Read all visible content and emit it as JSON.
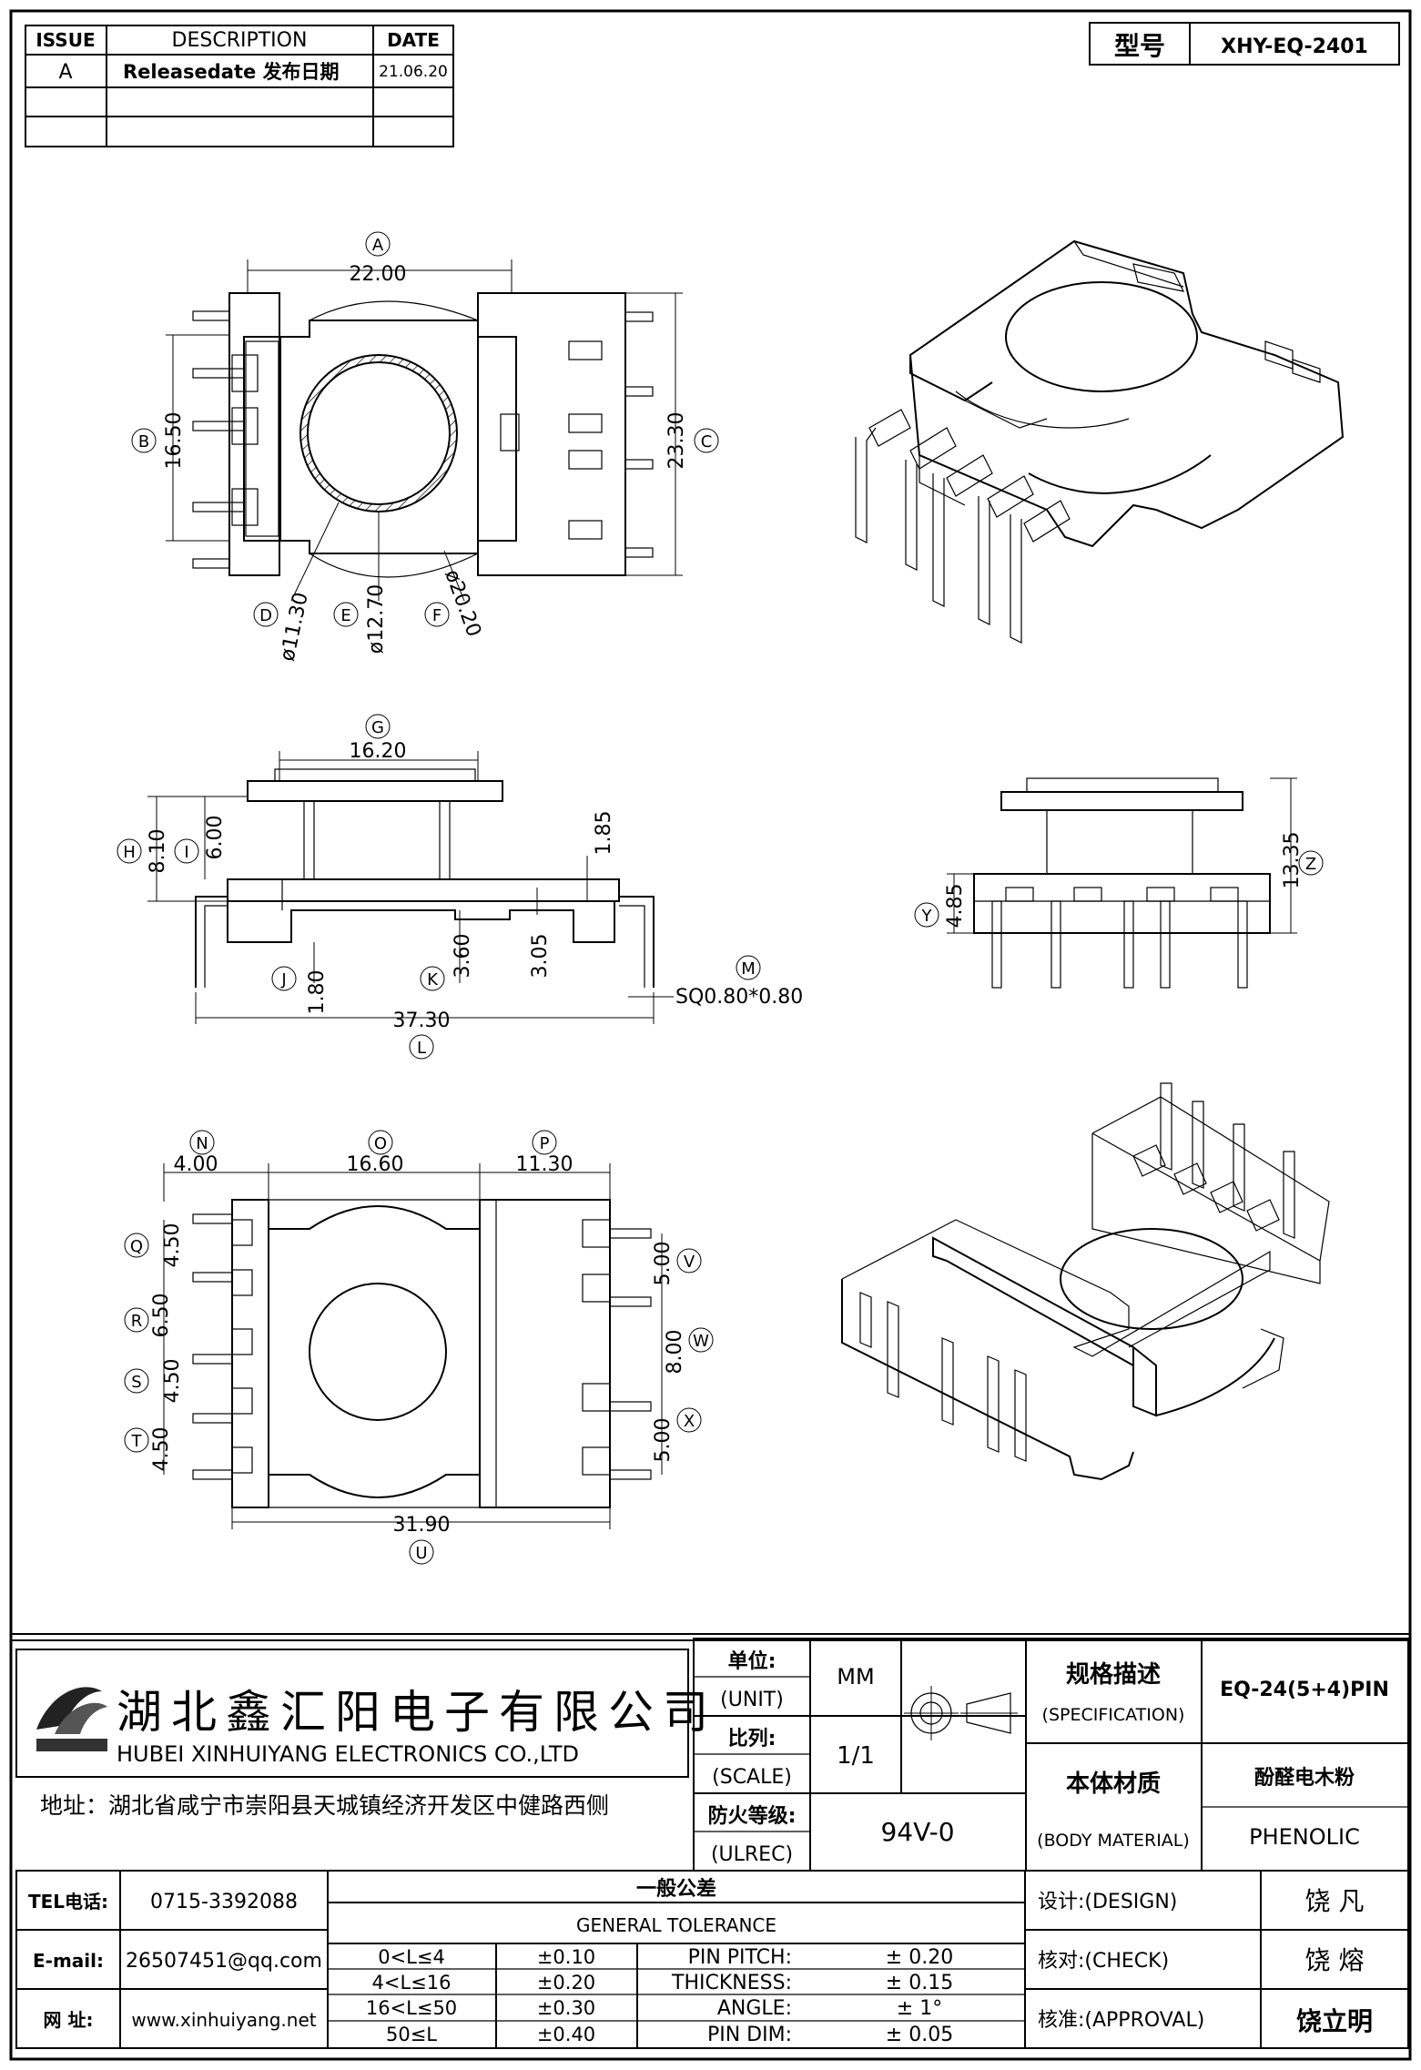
{
  "revision_table": {
    "headers": {
      "issue": "ISSUE",
      "description": "DESCRIPTION",
      "date": "DATE"
    },
    "rows": [
      {
        "issue": "A",
        "description": "Releasedate 发布日期",
        "date": "21.06.20"
      }
    ]
  },
  "model": {
    "label": "型号",
    "value": "XHY-EQ-2401"
  },
  "top_view": {
    "A": "A",
    "A_val": "22.00",
    "B": "B",
    "B_val": "16.50",
    "C": "C",
    "C_val": "23.30",
    "D": "D",
    "D_val": "ø11.30",
    "E": "E",
    "E_val": "ø12.70",
    "F": "F",
    "F_val": "ø20.20"
  },
  "side_view": {
    "G": "G",
    "G_val": "16.20",
    "H": "H",
    "H_val": "8.10",
    "I": "I",
    "I_val": "6.00",
    "top_val": "1.85",
    "J": "J",
    "J_val": "1.80",
    "K": "K",
    "K_val": "3.60",
    "k2_val": "3.05",
    "L": "L",
    "L_val": "37.30",
    "M": "M",
    "M_val": "SQ0.80*0.80"
  },
  "end_view": {
    "Y": "Y",
    "Y_val": "4.85",
    "Z": "Z",
    "Z_val": "13.35"
  },
  "bottom_view": {
    "N": "N",
    "N_val": "4.00",
    "O": "O",
    "O_val": "16.60",
    "P": "P",
    "P_val": "11.30",
    "Q": "Q",
    "Q_val": "4.50",
    "R": "R",
    "R_val": "6.50",
    "S": "S",
    "S_val": "4.50",
    "T": "T",
    "T_val": "4.50",
    "U": "U",
    "U_val": "31.90",
    "V": "V",
    "V_val": "5.00",
    "W": "W",
    "W_val": "8.00",
    "X": "X",
    "X_val": "5.00"
  },
  "company": {
    "name_cn": "湖北鑫汇阳电子有限公司",
    "name_en": "HUBEI XINHUIYANG ELECTRONICS CO.,LTD",
    "address": "地址：湖北省咸宁市崇阳县天城镇经济开发区中健路西侧",
    "tel_label": "TEL电话:",
    "tel": "0715-3392088",
    "email_label": "E-mail:",
    "email": "26507451@qq.com",
    "web_label": "网    址:",
    "web": "www.xinhuiyang.net"
  },
  "title_block": {
    "unit_cn": "单位:",
    "unit_en": "(UNIT)",
    "unit_val": "MM",
    "scale_cn": "比列:",
    "scale_en": "(SCALE)",
    "scale_val": "1/1",
    "ul_cn": "防火等级:",
    "ul_en": "(ULREC)",
    "ul_val": "94V-0",
    "spec_cn": "规格描述",
    "spec_en": "(SPECIFICATION)",
    "spec_val": "EQ-24(5+4)PIN",
    "mat_cn": "本体材质",
    "mat_en": "(BODY MATERIAL)",
    "mat_val_cn": "酚醛电木粉",
    "mat_val_en": "PHENOLIC",
    "design_label": "设计:(DESIGN)",
    "design_name": "饶  凡",
    "check_label": "核对:(CHECK)",
    "check_name": "饶  熔",
    "approval_label": "核准:(APPROVAL)",
    "approval_name": "饶立明"
  },
  "tolerance": {
    "title_cn": "一般公差",
    "title_en": "GENERAL TOLERANCE",
    "ranges": [
      {
        "range": "0<L≤4",
        "tol": "±0.10"
      },
      {
        "range": "4<L≤16",
        "tol": "±0.20"
      },
      {
        "range": "16<L≤50",
        "tol": "±0.30"
      },
      {
        "range": "50≤L",
        "tol": "±0.40"
      }
    ],
    "params": [
      {
        "name": "PIN PITCH:",
        "tol": "±  0.20"
      },
      {
        "name": "THICKNESS:",
        "tol": "±  0.15"
      },
      {
        "name": "ANGLE:",
        "tol": "±  1°"
      },
      {
        "name": "PIN DIM:",
        "tol": "±  0.05"
      }
    ]
  }
}
